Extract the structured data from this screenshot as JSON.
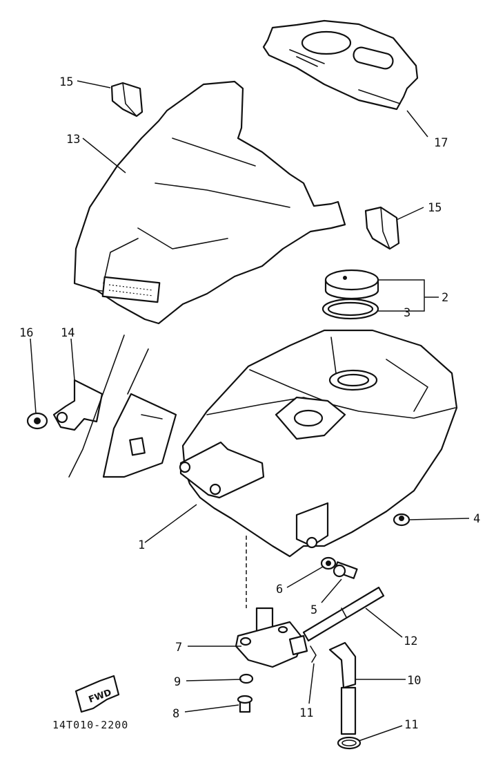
{
  "callouts": {
    "c1": "1",
    "c2": "2",
    "c3": "3",
    "c4": "4",
    "c5": "5",
    "c6": "6",
    "c7": "7",
    "c8": "8",
    "c9": "9",
    "c10": "10",
    "c11a": "11",
    "c11b": "11",
    "c12": "12",
    "c13": "13",
    "c14": "14",
    "c15a": "15",
    "c15b": "15",
    "c16": "16",
    "c17": "17"
  },
  "fwd_label": "FWD",
  "drawing_code": "14T010-2200"
}
